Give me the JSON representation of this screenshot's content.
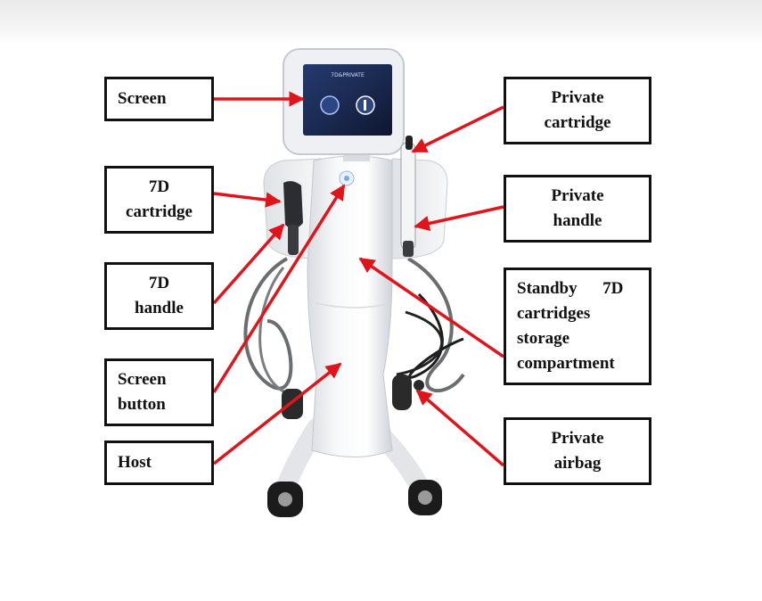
{
  "device": {
    "screen_text": "7D&PRIVATE"
  },
  "labels": {
    "screen": [
      "Screen"
    ],
    "cartridge_7d": [
      "7D",
      "cartridge"
    ],
    "handle_7d": [
      "7D",
      "handle"
    ],
    "screen_button": [
      "Screen",
      "button"
    ],
    "host": [
      "Host"
    ],
    "private_cartridge": [
      "Private",
      "cartridge"
    ],
    "private_handle": [
      "Private",
      "handle"
    ],
    "standby_storage": [
      "Standby      7D",
      "cartridges",
      "storage",
      "compartment"
    ],
    "private_airbag": [
      "Private",
      "airbag"
    ]
  },
  "colors": {
    "arrow": "#e0141b",
    "border": "#111111",
    "device_body": "#f4f5f7",
    "screen_bg": "#1b2a52"
  }
}
